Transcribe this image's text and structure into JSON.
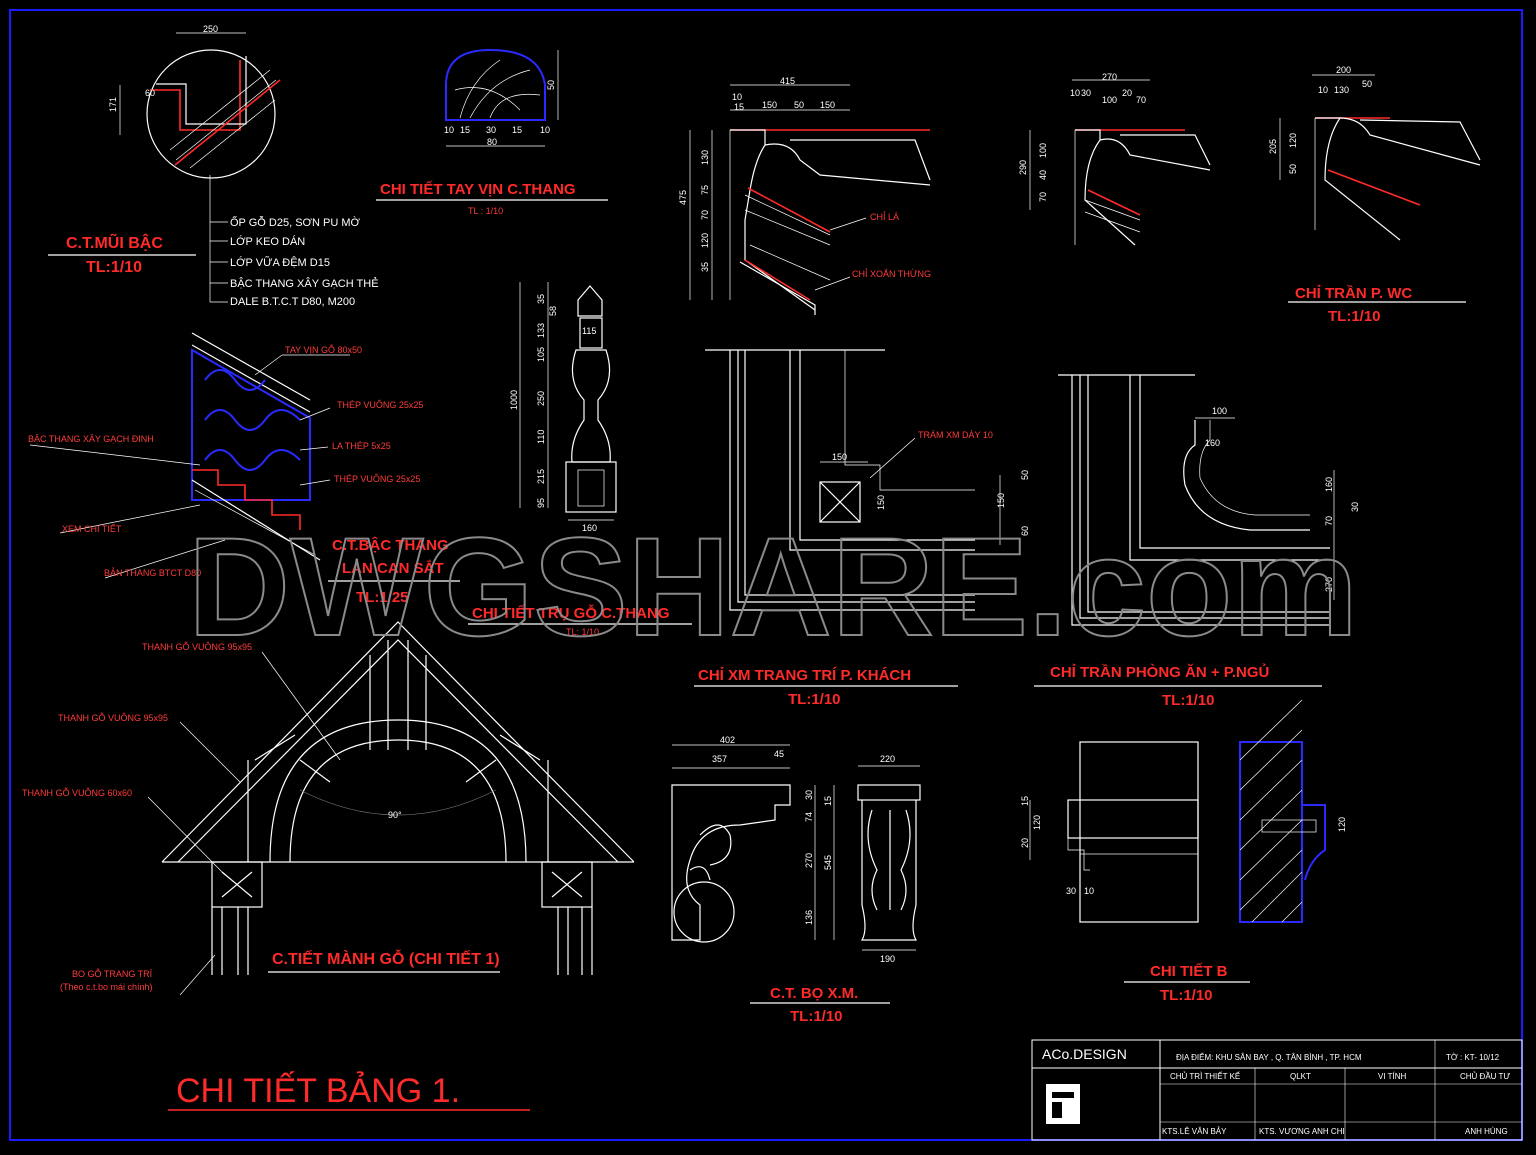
{
  "titles": {
    "mui_bac": "C.T.MŨI BẬC",
    "mui_bac_scale": "TL:1/10",
    "tay_vin": "CHI TIẾT TAY VỊN C.THANG",
    "tay_vin_scale": "TL : 1/10",
    "tru_go": "CHI TIẾT TRỤ GỖ C.THANG",
    "tru_go_scale": "TL: 1/10",
    "bac_thang_1": "C.T.BẬC THANG",
    "bac_thang_2": "LAN CAN SẮT",
    "bac_thang_scale": "TL:1/25",
    "chi_tran_wc": "CHỈ TRẦN P. WC",
    "chi_tran_wc_scale": "TL:1/10",
    "chi_xm": "CHỈ XM TRANG TRÍ P. KHÁCH",
    "chi_xm_scale": "TL:1/10",
    "chi_tran_an": "CHỈ TRẦN PHÒNG ĂN +  P.NGỦ",
    "chi_tran_an_scale": "TL:1/10",
    "manh_go": "C.TIẾT MÀNH GỖ (CHI TIẾT 1)",
    "bo_xm": "C.T. BỌ X.M.",
    "bo_xm_scale": "TL:1/10",
    "chi_tiet_b": "CHI TIẾT B",
    "chi_tiet_b_scale": "TL:1/10",
    "sheet": "CHI TIẾT BẢNG 1."
  },
  "notes": {
    "mui_bac": [
      "ỐP GỖ D25, SƠN PU MỜ",
      "LỚP KEO DÁN",
      "LỚP VỮA ĐỆM D15",
      "BẬC THANG XÂY GẠCH THẺ",
      "DALE B.T.C.T D80, M200"
    ],
    "bac_thang": {
      "tay_vin": "TAY VỊN GỖ 80x50",
      "thep1": "THÉP VUÔNG 25x25",
      "la_thep": "LA THÉP 5x25",
      "thep2": "THÉP VUÔNG 25x25",
      "bac_xay": "BẬC THANG XÂY GẠCH  ĐINH",
      "xem": "XEM CHI TIẾT",
      "ban": "BẢN THANG BTCT D80"
    },
    "chi_la": "CHỈ LÁ",
    "chi_xoan": "CHỈ XOẮN THỪNG",
    "tram_xm": "TRÁM XM DÀY 10",
    "manh_go": {
      "t1": "THANH GỖ VUÔNG 95x95",
      "t2": "THANH GỖ VUÔNG 95x95",
      "t3": "THANH GỖ VUÔNG 60x60",
      "bo1": "BO GỖ TRANG TRÍ",
      "bo2": "(Theo c.t.bo mái chính)",
      "angle": "90°"
    }
  },
  "dims": {
    "mui_bac": {
      "w": "250",
      "h": "171",
      "s": "60"
    },
    "tay_vin": {
      "h": "50",
      "w": "80",
      "parts": [
        "10",
        "15",
        "30",
        "15",
        "10"
      ]
    },
    "tru": {
      "total": "1000",
      "parts": [
        "35",
        "58",
        "133",
        "105",
        "250",
        "110",
        "215",
        "95"
      ],
      "box": "115",
      "base": "160"
    },
    "chi_tran_1": {
      "top": "415",
      "parts": [
        "10",
        "15",
        "150",
        "50",
        "150"
      ],
      "side": "475",
      "sparts": [
        "130",
        "75",
        "70",
        "120",
        "35"
      ]
    },
    "chi_tran_2": {
      "top": "270",
      "parts": [
        "10",
        "30",
        "100",
        "20",
        "70"
      ],
      "side": "290",
      "sparts": [
        "100",
        "40",
        "70"
      ]
    },
    "chi_tran_wc": {
      "top": "200",
      "parts": [
        "10",
        "130",
        "50"
      ],
      "side": "205",
      "sparts": [
        "120",
        "50"
      ]
    },
    "chi_xm": {
      "a": "150",
      "b": "150",
      "c": "50",
      "d": "150",
      "e": "60"
    },
    "chi_tran_an": {
      "a": "100",
      "b": "160",
      "c": "160",
      "d": "30",
      "e": "70",
      "f": "270"
    },
    "bo_xm": {
      "w1": "402",
      "w2": "357",
      "w3": "45",
      "h1": "30",
      "h2": "74",
      "h3": "270",
      "h4": "136",
      "tot": "545",
      "f": "15",
      "fw": "220",
      "fb": "190"
    },
    "chi_tiet_b": {
      "a": "15",
      "b": "120",
      "c": "20",
      "d": "30",
      "e": "10",
      "f": "120"
    }
  },
  "watermark": "DWGSHARE.com",
  "title_block": {
    "company": "ACo.DESIGN",
    "location": "ĐỊA ĐIỂM: KHU SÂN BAY , Q. TÂN BÌNH , TP. HCM",
    "sheet_no": "TỜ : KT- 10/12",
    "h1": "CHỦ TRÌ THIẾT KẾ",
    "h2": "QLKT",
    "h3": "VI TÍNH",
    "h4": "CHỦ ĐẦU TƯ",
    "n1": "KTS.LÊ VĂN BẢY",
    "n2": "KTS. VƯƠNG ANH CHI",
    "n4": "ANH HÙNG"
  },
  "colors": {
    "title_red": "#ff2a2a",
    "frame_blue": "#1a1aff",
    "line": "#ffffff"
  }
}
